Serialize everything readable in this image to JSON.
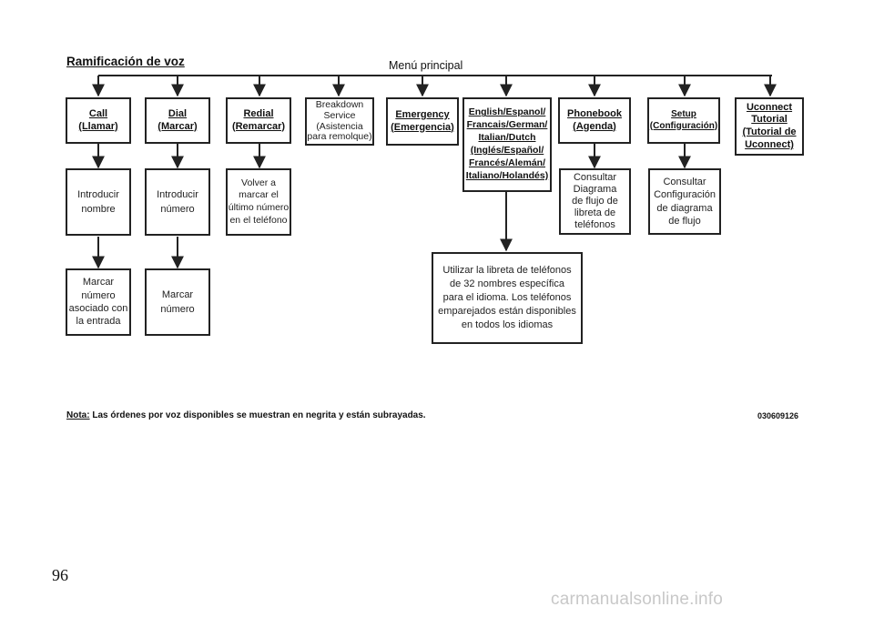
{
  "title": "Ramificación de voz",
  "menu_label": "Menú principal",
  "commands": [
    {
      "lines": [
        "Call",
        "(Llamar)"
      ]
    },
    {
      "lines": [
        "Dial",
        "(Marcar)"
      ]
    },
    {
      "lines": [
        "Redial",
        "(Remarcar)"
      ]
    },
    {
      "lines": [
        "Breakdown",
        "Service",
        "(Asistencia",
        "para remolque)"
      ]
    },
    {
      "lines": [
        "Emergency",
        "(Emergencia)"
      ]
    },
    {
      "lines": [
        "English/Espanol/",
        "Francais/German/",
        "Italian/Dutch",
        "(Inglés/Español/",
        "Francés/Alemán/",
        "Italiano/Holandés)"
      ]
    },
    {
      "lines": [
        "Phonebook",
        "(Agenda)"
      ]
    },
    {
      "lines": [
        "Setup",
        "(Configuración)"
      ]
    },
    {
      "lines": [
        "Uconnect",
        "Tutorial",
        "(Tutorial de",
        "Uconnect)"
      ]
    }
  ],
  "details": {
    "call_1": [
      "Introducir",
      "nombre"
    ],
    "call_2": [
      "Marcar",
      "número",
      "asociado con",
      "la entrada"
    ],
    "dial_1": [
      "Introducir",
      "número"
    ],
    "dial_2": [
      "Marcar",
      "número"
    ],
    "redial_1": [
      "Volver a",
      "marcar el",
      "último número",
      "en el teléfono"
    ],
    "language_1": [
      "Utilizar la libreta de teléfonos",
      "de 32 nombres específica",
      "para el idioma. Los teléfonos",
      "emparejados están disponibles",
      "en todos los idiomas"
    ],
    "phonebook_1": [
      "Consultar",
      "Diagrama",
      "de flujo de",
      "libreta de",
      "teléfonos"
    ],
    "setup_1": [
      "Consultar",
      "Configuración",
      "de diagrama",
      "de flujo"
    ]
  },
  "note": {
    "label": "Nota:",
    "text": "Las órdenes por voz disponibles se muestran en negrita y están subrayadas."
  },
  "figure_code": "030609126",
  "page_number": "96",
  "watermark": "carmanualsonline.info"
}
